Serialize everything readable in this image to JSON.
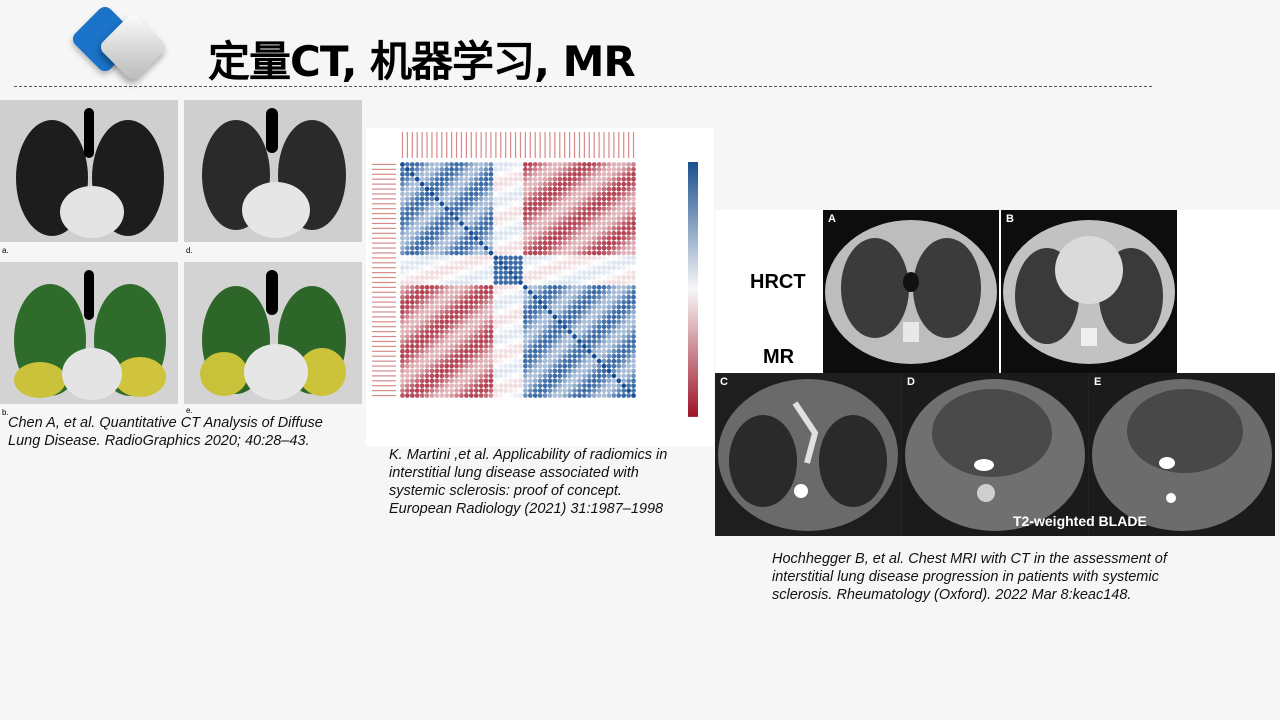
{
  "slide": {
    "title": "定量CT, 机器学习, MR",
    "logo_icon": "diamond-logo-icon",
    "accent_color": "#1a73c9"
  },
  "panel_ct": {
    "letters": [
      "a.",
      "d.",
      "b.",
      "e."
    ],
    "caption_line1": "Chen A, et al. Quantitative CT Analysis of Diffuse",
    "caption_line2": "Lung Disease. RadioGraphics 2020; 40:28–43."
  },
  "panel_radiomics": {
    "caption_line1": "K. Martini ,et al. Applicability of radiomics in",
    "caption_line2": "interstitial lung disease associated with",
    "caption_line3": "systemic sclerosis: proof of concept.",
    "caption_line4": "European Radiology (2021) 31:1987–1998"
  },
  "panel_mri": {
    "hrct_label": "HRCT",
    "mr_label": "MR",
    "letters": [
      "A",
      "B",
      "C",
      "D",
      "E"
    ],
    "blade_label": "T2-weighted BLADE",
    "caption_line1": "Hochhegger B, et al. Chest MRI with CT in the assessment of",
    "caption_line2": "interstitial lung disease progression in patients with systemic",
    "caption_line3": "sclerosis. Rheumatology (Oxford). 2022 Mar 8:keac148."
  }
}
